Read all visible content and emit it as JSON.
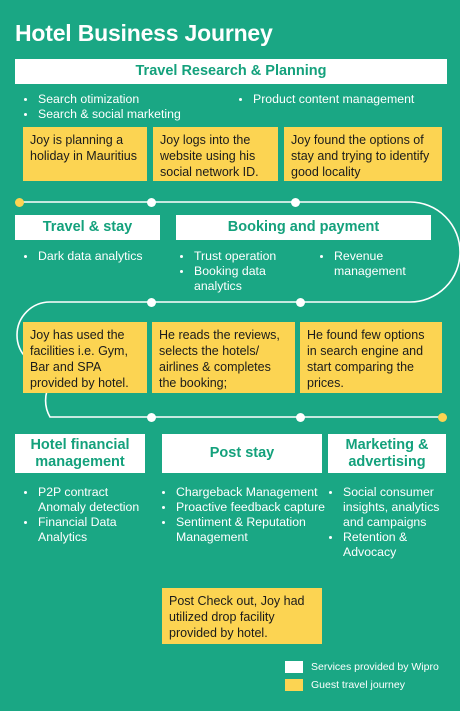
{
  "title": "Hotel Business Journey",
  "sections": {
    "research": {
      "header": "Travel Research & Planning",
      "bullets_left": [
        "Search otimization",
        "Search & social marketing"
      ],
      "bullets_right": [
        "Product content management"
      ]
    },
    "booking": {
      "header": "Booking and payment",
      "bullets_left": [
        "Trust operation",
        "Booking data analytics"
      ],
      "bullets_right": [
        "Revenue management"
      ]
    },
    "travel": {
      "header": "Travel & stay",
      "bullets": [
        "Dark data analytics"
      ]
    },
    "financial": {
      "header": "Hotel financial management",
      "bullets": [
        "P2P contract Anomaly detection",
        "Financial Data Analytics"
      ]
    },
    "poststay": {
      "header": "Post stay",
      "bullets": [
        "Chargeback Management",
        "Proactive feedback capture",
        "Sentiment & Reputation Management"
      ]
    },
    "marketing": {
      "header": "Marketing & advertising",
      "bullets": [
        "Social consumer insights, analytics and campaigns",
        "Retention & Advocacy"
      ]
    }
  },
  "journey": {
    "row1": [
      "Joy is planning a holiday in Mauritius",
      "Joy logs into the website using his social network ID.",
      "Joy found the options of stay and trying to identify good locality"
    ],
    "row2": [
      "Joy has used the facilities i.e. Gym, Bar and SPA provided by hotel.",
      "He reads the reviews, selects the hotels/ airlines & completes the booking;",
      "He found few options in search engine and start comparing the prices."
    ],
    "checkout": "Post Check out, Joy had utilized drop facility provided by hotel."
  },
  "legend": {
    "services": "Services provided by Wipro",
    "guest": "Guest travel journey"
  },
  "colors": {
    "background": "#1aa784",
    "service_box": "#ffffff",
    "journey_box": "#fcd452",
    "header_text": "#14a17c"
  }
}
